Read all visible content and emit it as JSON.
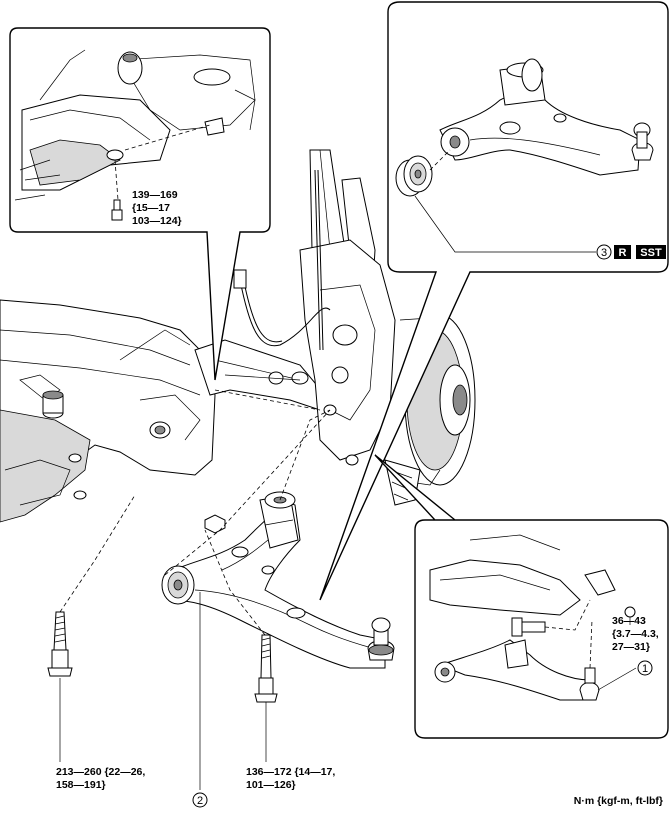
{
  "torque_labels": {
    "upper_inset": {
      "line1": "139—169",
      "line2": "{15—17",
      "line3": "103—124}"
    },
    "rear_bolt": {
      "line1": "213—260 {22—26,",
      "line2": "158—191}"
    },
    "front_bolt": {
      "line1": "136—172 {14—17,",
      "line2": "101—126}"
    },
    "lower_inset": {
      "line1": "36—43",
      "line2": "{3.7—4.3,",
      "line3": "27—31}"
    }
  },
  "callouts": {
    "c1": "1",
    "c2": "2",
    "c3": "3"
  },
  "tags": {
    "r": "R",
    "sst": "SST"
  },
  "units": "N·m {kgf-m, ft-lbf}"
}
